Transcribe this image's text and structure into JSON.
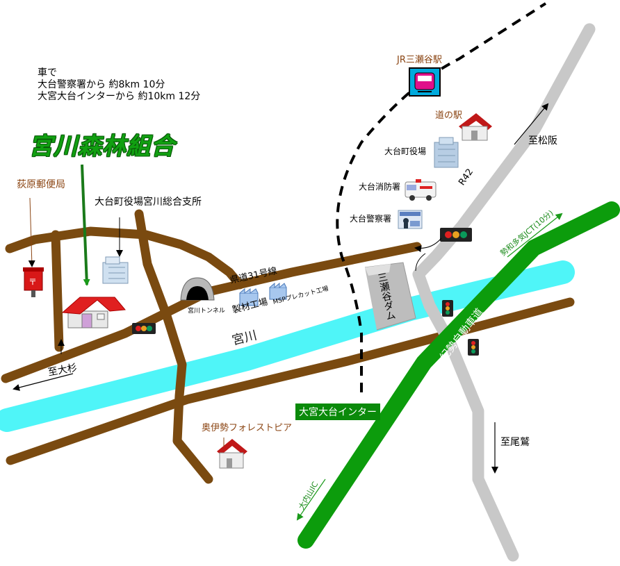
{
  "directions": {
    "line1": "車で",
    "line2": "大台警察署から 約8km 10分",
    "line3": "大宮大台インターから 約10km 12分"
  },
  "title": "宮川森林組合",
  "labels": {
    "post_office": "荻原郵便局",
    "branch_office": "大台町役場宮川総合支所",
    "tunnel": "宮川トンネル",
    "prefectural_road": "県道31号線",
    "lumber_mill": "製材工場",
    "msp_factory": "MSPプレカット工場",
    "river": "宮川",
    "dam": "三瀬谷ダム",
    "station": "JR三瀬谷駅",
    "michinoeki": "道の駅",
    "town_hall": "大台町役場",
    "fire_station": "大台消防署",
    "police": "大台警察署",
    "route": "R42",
    "to_matsusaka": "至松阪",
    "seiwa_jct": "勢和多気JCT(10分)",
    "expressway": "紀勢自動車道",
    "interchange": "大宮大台インター",
    "to_owase": "至尾鷲",
    "ouchiyama": "大内山IC",
    "to_osugi": "至大杉",
    "forest_pia": "奥伊勢フォレストピア"
  },
  "colors": {
    "local_road": "#7a4a10",
    "river": "#4ff5f8",
    "national_road": "#c8c8c8",
    "expressway": "#0c9c0c",
    "rail": "#000000"
  }
}
